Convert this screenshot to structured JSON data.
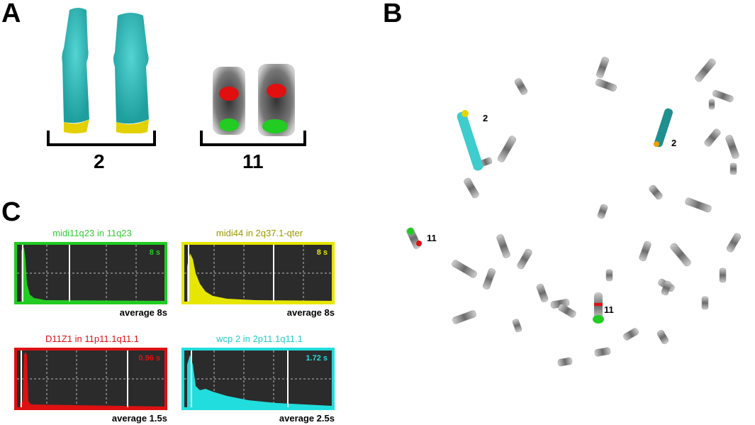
{
  "panels": {
    "a_label": "A",
    "b_label": "B",
    "c_label": "C"
  },
  "panel_a": {
    "chr2_label": "2",
    "chr11_label": "11"
  },
  "panel_b": {
    "labels": [
      "2",
      "2",
      "11",
      "11"
    ]
  },
  "panel_c": {
    "histograms": [
      {
        "title": "midi11q23 in 11q23",
        "time": "8 s",
        "average": "average 8s",
        "color": "#22cc22"
      },
      {
        "title": "midi44 in 2q37.1-qter",
        "time": "8 s",
        "average": "average 8s",
        "color": "#e6e600"
      },
      {
        "title": "D11Z1 in 11p11.1q11.1",
        "time": "0.96 s",
        "average": "average 1.5s",
        "color": "#dd1111"
      },
      {
        "title": "wcp 2 in 2p11.1q11.1",
        "time": "1.72 s",
        "average": "average 2.5s",
        "color": "#22dddd"
      }
    ],
    "title_colors": [
      "#33cc33",
      "#999900",
      "#dd1111",
      "#22cccc"
    ]
  },
  "colors": {
    "cyan_paint": "#2fb8b8",
    "yellow_probe": "#e8d400",
    "red_probe": "#e01010",
    "green_probe": "#22cc22"
  }
}
